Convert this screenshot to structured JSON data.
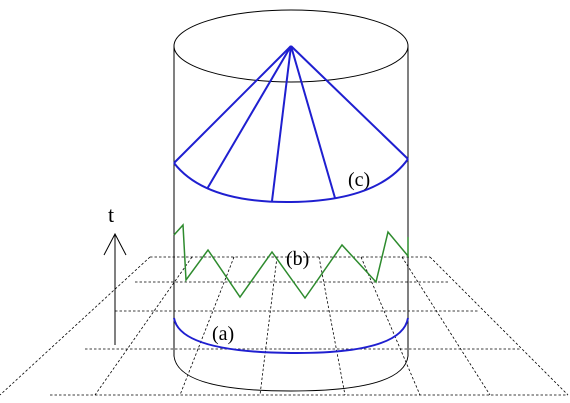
{
  "labels": {
    "time_axis": "t",
    "a": "(a)",
    "b": "(b)",
    "c": "(c)"
  },
  "colors": {
    "outline": "#000000",
    "slice_curve": "#1f1fd0",
    "zigzag": "#2e8b2e",
    "grid": "#000000"
  }
}
